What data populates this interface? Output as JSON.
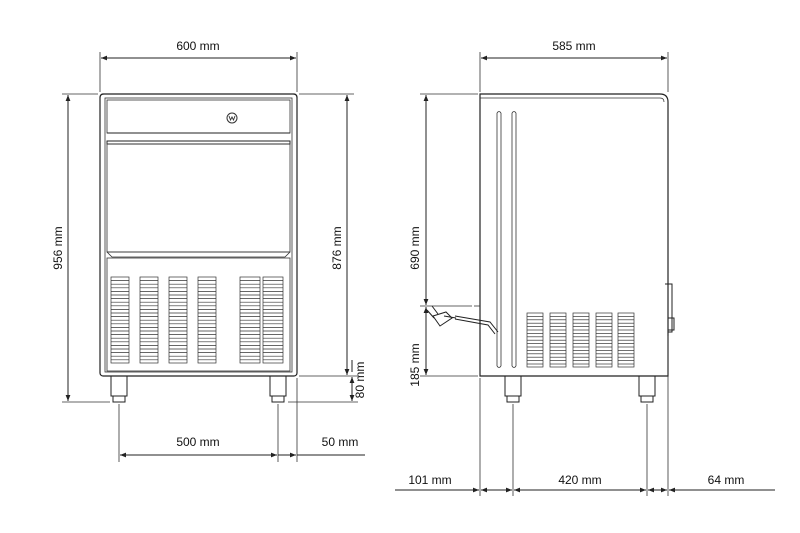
{
  "front_view": {
    "width_label": "600 mm",
    "height_label": "956 mm",
    "body_height_label": "876 mm",
    "leg_height_label": "80 mm",
    "leg_spacing_label": "500 mm",
    "leg_offset_label": "50 mm"
  },
  "side_view": {
    "depth_label": "585 mm",
    "upper_height_label": "690 mm",
    "lower_height_label": "185 mm",
    "rear_offset_label": "101 mm",
    "leg_spacing_label": "420 mm",
    "front_offset_label": "64 mm"
  },
  "icons": {
    "front_logo": "brand-logo-icon",
    "power_plug": "power-plug-icon"
  }
}
